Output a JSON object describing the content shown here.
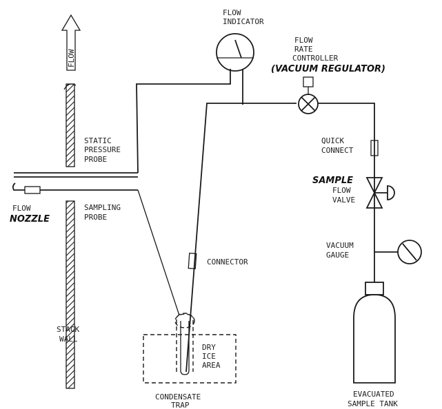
{
  "labels": {
    "flow_arrow": "FLOW",
    "flow_indicator_1": "FLOW",
    "flow_indicator_2": "INDICATOR",
    "frc_1": "FLOW",
    "frc_2": "RATE",
    "frc_3": "CONTROLLER",
    "vacuum_regulator": "(VACUUM REGULATOR)",
    "static_1": "STATIC",
    "static_2": "PRESSURE",
    "static_3": "PROBE",
    "quick_1": "QUICK",
    "quick_2": "CONNECT",
    "sample_hand": "SAMPLE",
    "valve_1": "FLOW",
    "valve_2": "VALVE",
    "flow_nozzle_1": "FLOW",
    "flow_nozzle_2": "NOZZLE",
    "sampling_1": "SAMPLING",
    "sampling_2": "PROBE",
    "vacuum_gauge_1": "VACUUM",
    "vacuum_gauge_2": "GAUGE",
    "connector": "CONNECTOR",
    "stack_1": "STACK",
    "stack_2": "WALL",
    "dry_1": "DRY",
    "dry_2": "ICE",
    "dry_3": "AREA",
    "condensate_1": "CONDENSATE",
    "condensate_2": "TRAP",
    "evacuated_1": "EVACUATED",
    "evacuated_2": "SAMPLE TANK"
  },
  "icons": {
    "flow_arrow": "up-arrow-icon",
    "flow_indicator": "dial-gauge-icon",
    "regulator": "crossed-valve-icon",
    "sample_valve": "bowtie-valve-icon",
    "vacuum_gauge": "dial-gauge-icon",
    "tank": "gas-cylinder-icon"
  }
}
